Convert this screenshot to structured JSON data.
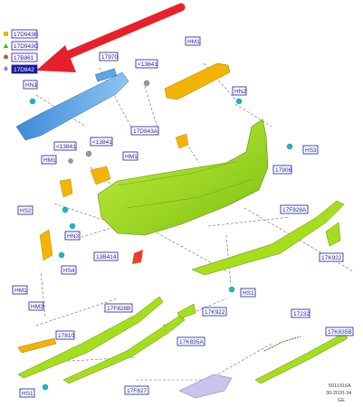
{
  "legend": [
    {
      "code": "17D943B",
      "marker": "square",
      "color": "#f0b400"
    },
    {
      "code": "17D943C",
      "marker": "triangle",
      "color": "#3cb000"
    },
    {
      "code": "17B861",
      "marker": "circle",
      "color": "#b06a20"
    },
    {
      "code": "17D942",
      "marker": "diamond",
      "color": "#9a7cd6",
      "highlighted": true
    }
  ],
  "callouts": {
    "c17970": "17970",
    "c13841a": "<13841",
    "hm1a": "HM1",
    "hn1": "HN1",
    "hn2": "HN2",
    "c17d943a": "17D943A",
    "c13841b": "<13841",
    "c13841c": "<13841",
    "hm1b": "HM1",
    "hm1c": "HM1",
    "hs3": "HS3",
    "c17906": "17906",
    "hs2": "HS2",
    "hn3": "HN3",
    "hs4": "HS4",
    "c13b414": "13B414",
    "c17f828a": "17F828A",
    "c17k922a": "17K922",
    "hs1a": "HS1",
    "hm1d": "HM1",
    "hm2": "HM2",
    "c17f828b": "17F828B",
    "c17k922b": "17K922",
    "c17232": "17232",
    "c17810": "17810",
    "c17k835a": "17K835A",
    "c17k835b": "17K835B",
    "hs1b": "HS1",
    "c17f827": "17F827"
  },
  "footer": {
    "line1": "5011916A",
    "line2": "30-2020-34",
    "line3": "GE"
  },
  "colors": {
    "bumper": "#a6de1c",
    "beam": "#5aa6e6",
    "bracket": "#f2b400",
    "clip": "#18b8c0",
    "arrow": "#e8202a",
    "label": "#1a1aa0"
  }
}
